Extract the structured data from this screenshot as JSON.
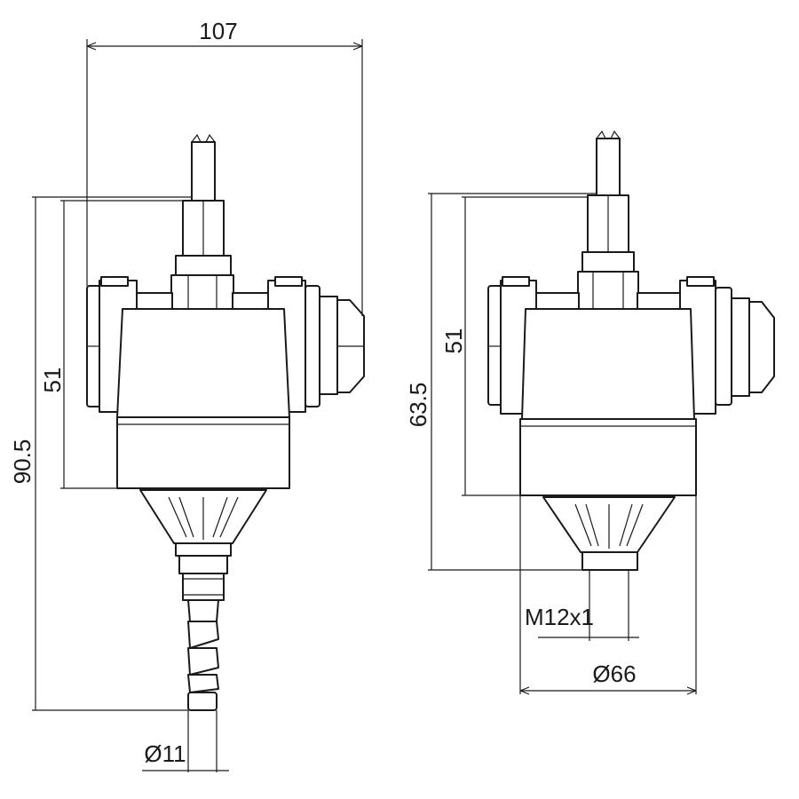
{
  "left_view": {
    "dimensions": {
      "width_top": "107",
      "height_total": "90.5",
      "height_body": "51",
      "outlet_diameter": "Ø11"
    }
  },
  "right_view": {
    "dimensions": {
      "height_total": "63.5",
      "height_body": "51",
      "thread": "M12x1",
      "base_diameter": "Ø66"
    }
  }
}
